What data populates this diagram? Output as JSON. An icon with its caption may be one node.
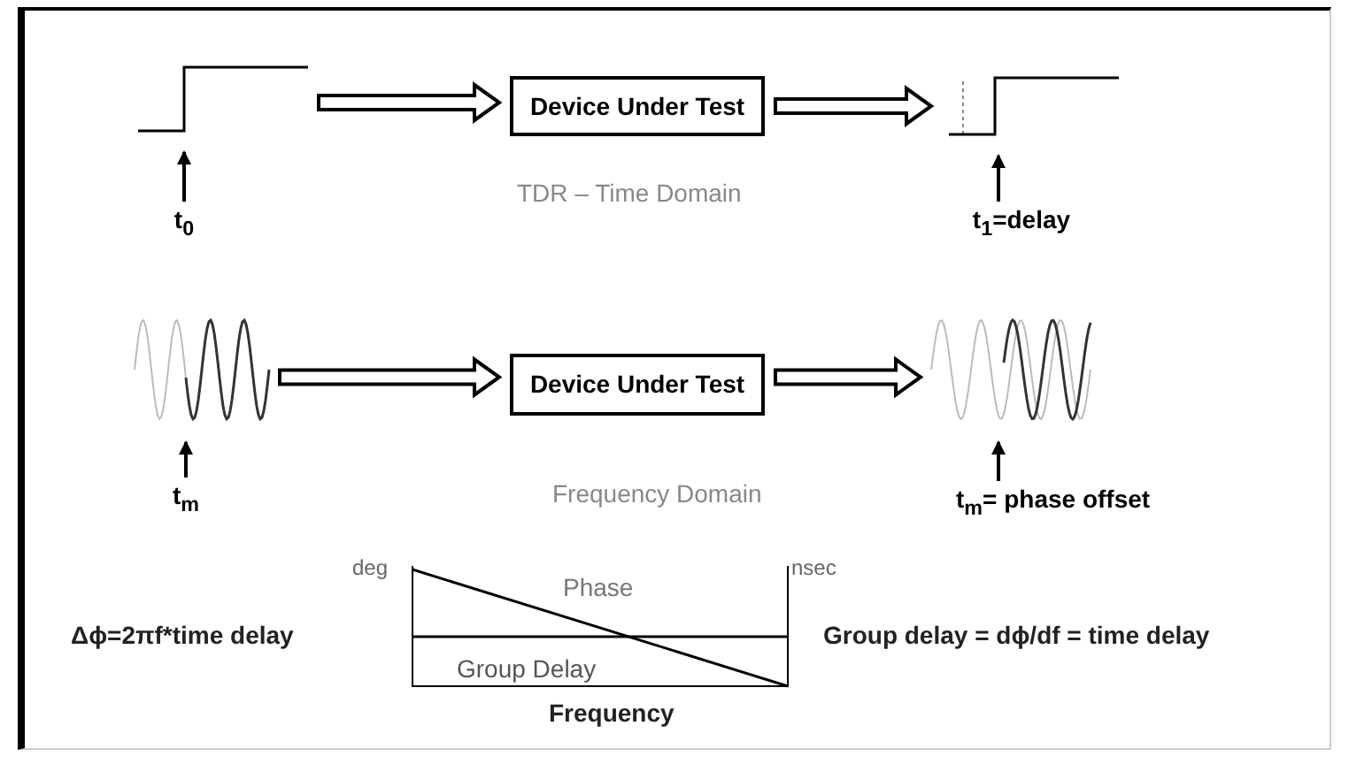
{
  "diagram": {
    "nodes": [
      {
        "text": [],
        "shape": "picture"
      },
      {
        "text": [
          "Device Under Test"
        ]
      },
      {
        "text": [],
        "shape": "picture"
      },
      {
        "text": [
          "t$_{0}$"
        ]
      },
      {
        "text": [
          "t$_{1}$=delay"
        ]
      },
      {
        "text": [],
        "shape": "picture"
      },
      {
        "text": [
          "Device Under Test"
        ]
      },
      {
        "text": [],
        "shape": "picture"
      },
      {
        "text": [
          "t$_{m}$"
        ]
      },
      {
        "text": [
          "t$_{m}$= phase offset"
        ]
      }
    ],
    "edges": [
      {
        "from": 0,
        "to": 1,
        "arrow": "to",
        "style": "thick"
      },
      {
        "from": 1,
        "to": 2,
        "arrow": "to",
        "style": "thick"
      },
      {
        "from": 3,
        "to": 0,
        "arrow": "to"
      },
      {
        "from": 4,
        "to": 2,
        "arrow": "to"
      },
      {
        "from": 5,
        "to": 6,
        "arrow": "to",
        "style": "thick"
      },
      {
        "from": 6,
        "to": 7,
        "arrow": "to",
        "style": "thick"
      },
      {
        "from": 8,
        "to": 5,
        "arrow": "to"
      },
      {
        "from": 9,
        "to": 7,
        "arrow": "to"
      }
    ],
    "labels": [
      "TDR – Time Domain",
      "Frequency Domain",
      "deg",
      "nsec",
      "Phase",
      "Δϕ=2πf*time delay",
      "Group delay = dϕ/df = time delay",
      "Group Delay",
      "Frequency"
    ]
  }
}
